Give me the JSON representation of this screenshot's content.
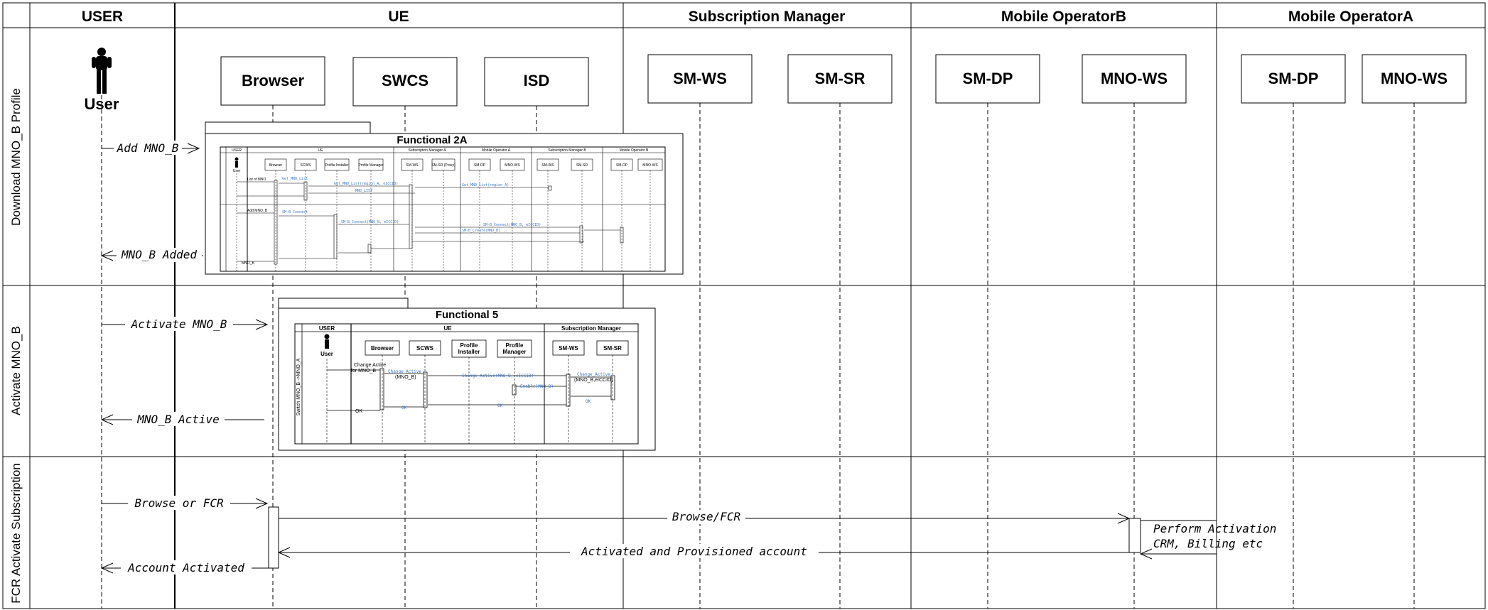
{
  "lanes": {
    "user": "USER",
    "ue": "UE",
    "subscription_manager": "Subscription Manager",
    "mobile_operator_b": "Mobile OperatorB",
    "mobile_operator_a": "Mobile OperatorA"
  },
  "rows": {
    "download": "Download MNO_B Profile",
    "activate": "Activate MNO_B",
    "fcr": "FCR Activate Subscription"
  },
  "actor": {
    "user": "User"
  },
  "participants": {
    "browser": "Browser",
    "swcs": "SWCS",
    "isd": "ISD",
    "smws": "SM-WS",
    "smsr": "SM-SR",
    "smdp_b": "SM-DP",
    "mnows_b": "MNO-WS",
    "smdp_a": "SM-DP",
    "mnows_a": "MNO-WS"
  },
  "messages": {
    "add": "Add MNO_B",
    "added": "MNO_B Added",
    "activate": "Activate MNO_B",
    "active": "MNO_B Active",
    "browse": "Browse or FCR",
    "browse_fcr": "Browse/FCR",
    "perform1": "Perform Activation",
    "perform2": "CRM, Billing etc",
    "provisioned": "Activated and Provisioned account",
    "account": "Account Activated"
  },
  "functional_2a": {
    "title": "Functional 2A",
    "lanes": [
      "USER",
      "UE",
      "Subscription Manager A",
      "Mobile Operator A",
      "Subscription Manager B",
      "Mobile Operator B"
    ],
    "participants": [
      "Browser",
      "SCWS",
      "Profile Installer",
      "Profile Manager",
      "SM-WS",
      "SM-SR (Proxy)",
      "SM-DP",
      "MNO-WS",
      "SM-WS",
      "SM-SR",
      "SM-DP",
      "MNO-WS"
    ],
    "user": "User"
  },
  "functional_5": {
    "title": "Functional 5",
    "lanes": [
      "USER",
      "UE",
      "Subscription Manager"
    ],
    "participants": [
      "Browser",
      "SCWS",
      "Profile Installer",
      "Profile Manager",
      "SM-WS",
      "SM-SR"
    ],
    "user": "User",
    "row": "Switch MNO_B ->MNO_A",
    "msg_change": "Change Active for MNO_B",
    "msg_change_b": "Change_Active (MNO_B)",
    "msg_change_iccid": "Change_Active(MNO_B, eICCID)",
    "msg_change_c": "Change_Active (MNO_B,eICCID)",
    "msg_enable": "Enable(MNO_B)",
    "ok": "OK"
  }
}
